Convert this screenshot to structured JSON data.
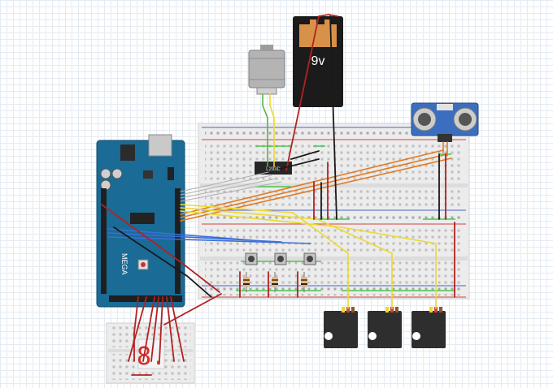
{
  "battery": {
    "label": "9v"
  },
  "seven_segment": {
    "digit": "8."
  },
  "arduino": {
    "model": "MEGA"
  },
  "motor_driver": {
    "label": "L293D"
  },
  "colors": {
    "arduino_blue": "#1a6b96",
    "battery_orange": "#d89148",
    "wire_red": "#b22222",
    "wire_black": "#1a1a1a",
    "wire_yellow": "#ecd92e",
    "wire_orange": "#e07b26",
    "wire_blue": "#3a6fd8",
    "wire_green": "#5ab33c",
    "wire_gray": "#b0b0b0",
    "sensor_blue": "#3c6ec0"
  },
  "components": [
    "arduino-mega-board",
    "main-breadboard",
    "mini-breadboard",
    "dc-motor",
    "9v-battery",
    "ultrasonic-sensor",
    "motor-driver-chip",
    "push-button",
    "push-button",
    "push-button",
    "resistor",
    "resistor",
    "resistor",
    "servo-motor",
    "servo-motor",
    "servo-motor",
    "seven-segment-display"
  ]
}
